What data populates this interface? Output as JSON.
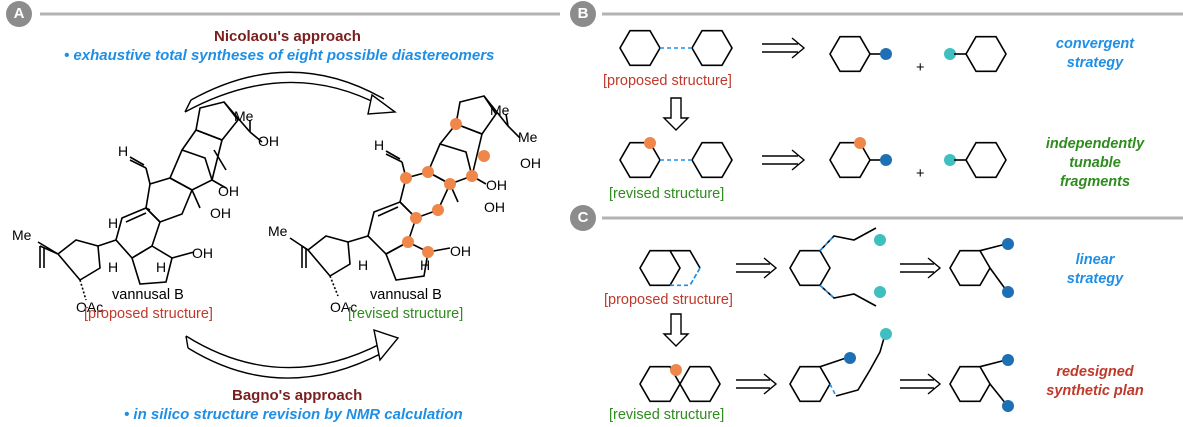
{
  "panels": {
    "a": {
      "badge": "A",
      "top_title": "Nicolaou's approach",
      "top_subtitle": "• exhaustive total syntheses of eight possible diastereomers",
      "left_name": "vannusal B",
      "left_status": "[proposed structure]",
      "right_name": "vannusal B",
      "right_status": "[revised structure]",
      "bottom_title": "Bagno's approach",
      "bottom_subtitle": "• in silico structure revision by NMR calculation",
      "atoms": {
        "me": "Me",
        "h": "H",
        "oh": "OH",
        "oac": "OAc"
      }
    },
    "b": {
      "badge": "B",
      "proposed_label": "[proposed structure]",
      "revised_label": "[revised structure]",
      "plus": "+",
      "strategy_1": [
        "convergent",
        "strategy"
      ],
      "strategy_2": [
        "independently",
        "tunable",
        "fragments"
      ]
    },
    "c": {
      "badge": "C",
      "proposed_label": "[proposed structure]",
      "revised_label": "[revised structure]",
      "strategy_1": [
        "linear",
        "strategy"
      ],
      "strategy_2": [
        "redesigned",
        "synthetic plan"
      ]
    }
  },
  "colors": {
    "badge": "#8c8c8c",
    "title_dark_red": "#7a1f1f",
    "subtitle_blue": "#1f8fe6",
    "proposed_red": "#c0392b",
    "revised_green": "#2e8b1e",
    "orange_marker": "#f0874a",
    "dark_blue_dot": "#1f6fb5",
    "teal_dot": "#3fbfbf"
  }
}
